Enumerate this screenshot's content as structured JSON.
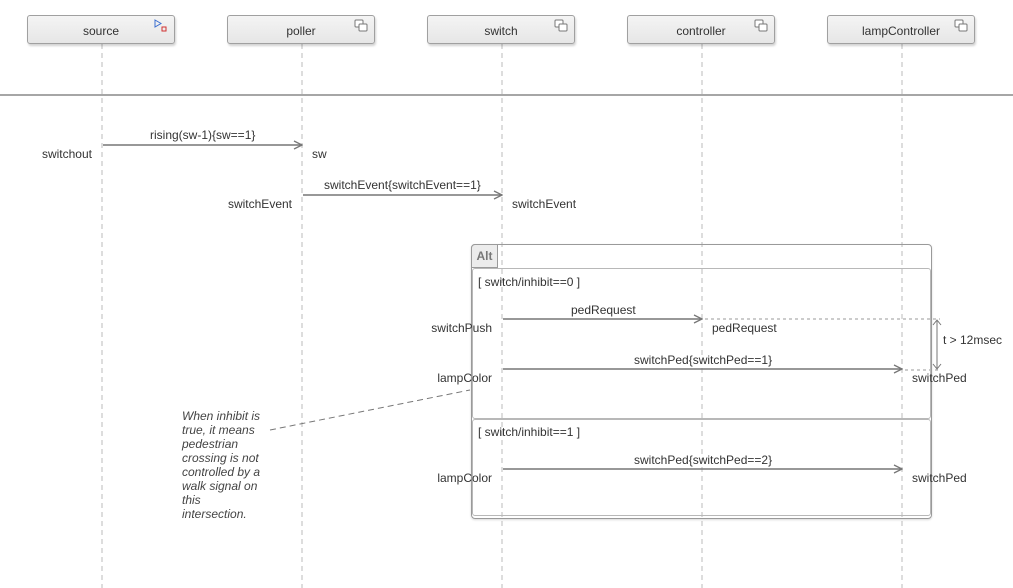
{
  "lifelines": [
    {
      "id": "source",
      "name": "source",
      "icon": "source-block-icon"
    },
    {
      "id": "poller",
      "name": "poller",
      "icon": "subsystem-icon"
    },
    {
      "id": "switch",
      "name": "switch",
      "icon": "subsystem-icon"
    },
    {
      "id": "controller",
      "name": "controller",
      "icon": "subsystem-icon"
    },
    {
      "id": "lampController",
      "name": "lampController",
      "icon": "subsystem-icon"
    }
  ],
  "messages": [
    {
      "label": "rising(sw-1){sw==1}",
      "source_port": "switchout",
      "dest_port": "sw"
    },
    {
      "label": "switchEvent{switchEvent==1}",
      "source_port": "switchEvent",
      "dest_port": "switchEvent"
    }
  ],
  "fragment": {
    "kind": "Alt",
    "operands": [
      {
        "guard": "[ switch/inhibit==0 ]",
        "messages": [
          {
            "label": "pedRequest",
            "source_port": "switchPush",
            "dest_port": "pedRequest"
          },
          {
            "label": "switchPed{switchPed==1}",
            "source_port": "lampColor",
            "dest_port": "switchPed"
          }
        ]
      },
      {
        "guard": "[ switch/inhibit==1 ]",
        "messages": [
          {
            "label": "switchPed{switchPed==2}",
            "source_port": "lampColor",
            "dest_port": "switchPed"
          }
        ]
      }
    ]
  },
  "duration_constraint": "t > 12msec",
  "annotation": "When inhibit is true, it means pedestrian crossing is not controlled by a walk signal on this intersection.",
  "colors": {
    "line": "#777777",
    "lifeline": "#bbbbbb",
    "separator": "#888888",
    "source_icon_blue": "#3c6fd0",
    "source_icon_red": "#d03030"
  }
}
